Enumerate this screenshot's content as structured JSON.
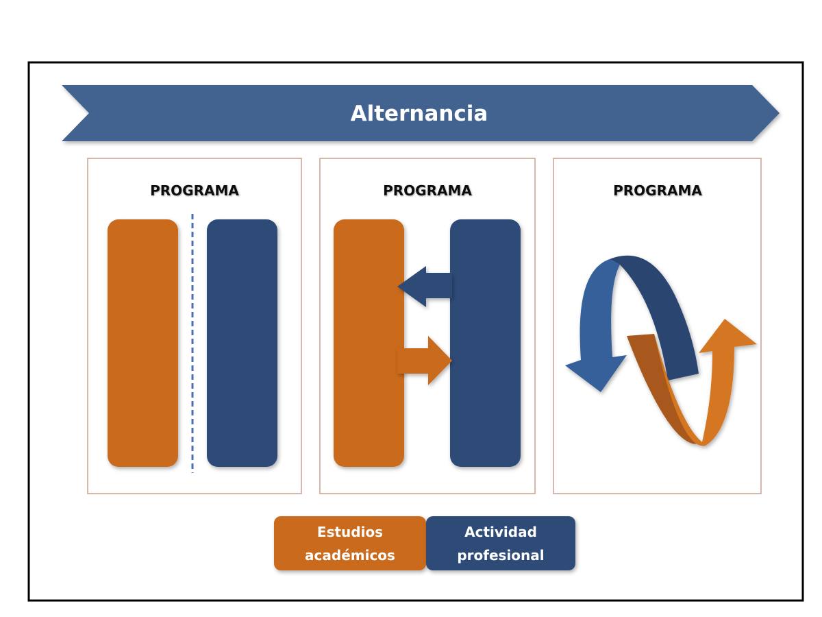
{
  "banner": {
    "title": "Alternancia"
  },
  "panels": [
    {
      "title": "PROGRAMA",
      "mode": "separated"
    },
    {
      "title": "PROGRAMA",
      "mode": "exchange"
    },
    {
      "title": "PROGRAMA",
      "mode": "cycle"
    }
  ],
  "legend": {
    "academic": {
      "line1": "Estudios",
      "line2": "académicos"
    },
    "professional": {
      "line1": "Actividad",
      "line2": "profesional"
    }
  },
  "colors": {
    "academic": "#c96a1b",
    "professional": "#2e4b78",
    "banner": "#43648f",
    "panel_border": "#c9a08d"
  }
}
